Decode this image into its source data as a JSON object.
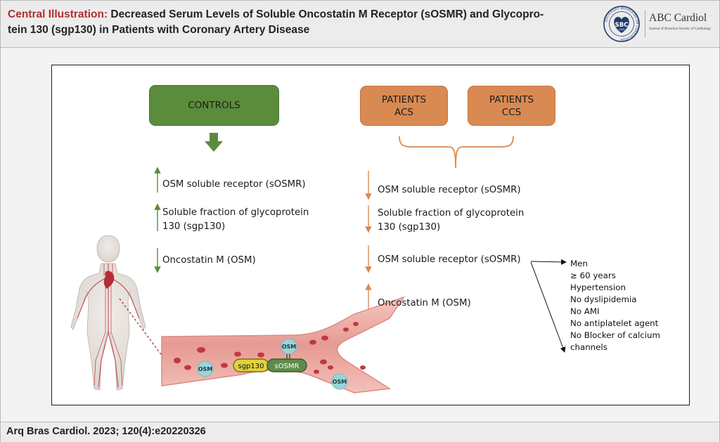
{
  "header": {
    "title_lead": "Central Illustration:",
    "title_line1": " Decreased Serum Levels of Soluble Oncostatin M Receptor (sOSMR) and Glycopro-",
    "title_line2": "tein 130 (sgp130) in Patients with Coronary Artery Disease",
    "logo": {
      "sbc_text": "SBC",
      "sbc_year": "1943",
      "sbc_ring_text": "SOCIEDADE BRASILEIRA DE CARDIOLOGIA",
      "journal_name": "ABC Cardiol",
      "journal_subtitle": "Journal of Brazilian Society of Cardiology"
    }
  },
  "groups": {
    "controls": "CONTROLS",
    "patients_acs": [
      "PATIENTS",
      "ACS"
    ],
    "patients_ccs": [
      "PATIENTS",
      "CCS"
    ]
  },
  "controls_findings": [
    {
      "direction": "up",
      "lines": [
        "OSM soluble receptor (sOSMR)"
      ]
    },
    {
      "direction": "up",
      "lines": [
        "Soluble fraction of glycoprotein",
        "130 (sgp130)"
      ]
    },
    {
      "direction": "down",
      "lines": [
        "Oncostatin M (OSM)"
      ]
    }
  ],
  "patients_findings": [
    {
      "direction": "down",
      "lines": [
        "OSM soluble receptor (sOSMR)"
      ]
    },
    {
      "direction": "down",
      "lines": [
        "Soluble fraction of glycoprotein",
        "130 (sgp130)"
      ]
    },
    {
      "direction": "down",
      "lines": [
        "OSM soluble receptor (sOSMR)"
      ]
    },
    {
      "direction": "up",
      "lines": [
        "Oncostatin M (OSM)"
      ]
    }
  ],
  "associated_factors": [
    "Men",
    "≥ 60 years",
    "Hypertension",
    "No dyslipidemia",
    "No AMI",
    "No antiplatelet agent",
    "No Blocker of calcium",
    "channels"
  ],
  "vessel_labels": {
    "osm": "OSM",
    "sgp130": "sgp130",
    "sosmr": "sOSMR"
  },
  "footer": {
    "citation": "Arq Bras Cardiol. 2023; 120(4):e20220326"
  },
  "colors": {
    "title_accent": "#b22e33",
    "controls_green": "#5b8c3c",
    "patients_orange": "#d98a52",
    "vessel_wall": "#e8a6a0",
    "blood_cell": "#c2383f",
    "osm_bubble": "#9ad4d7"
  }
}
